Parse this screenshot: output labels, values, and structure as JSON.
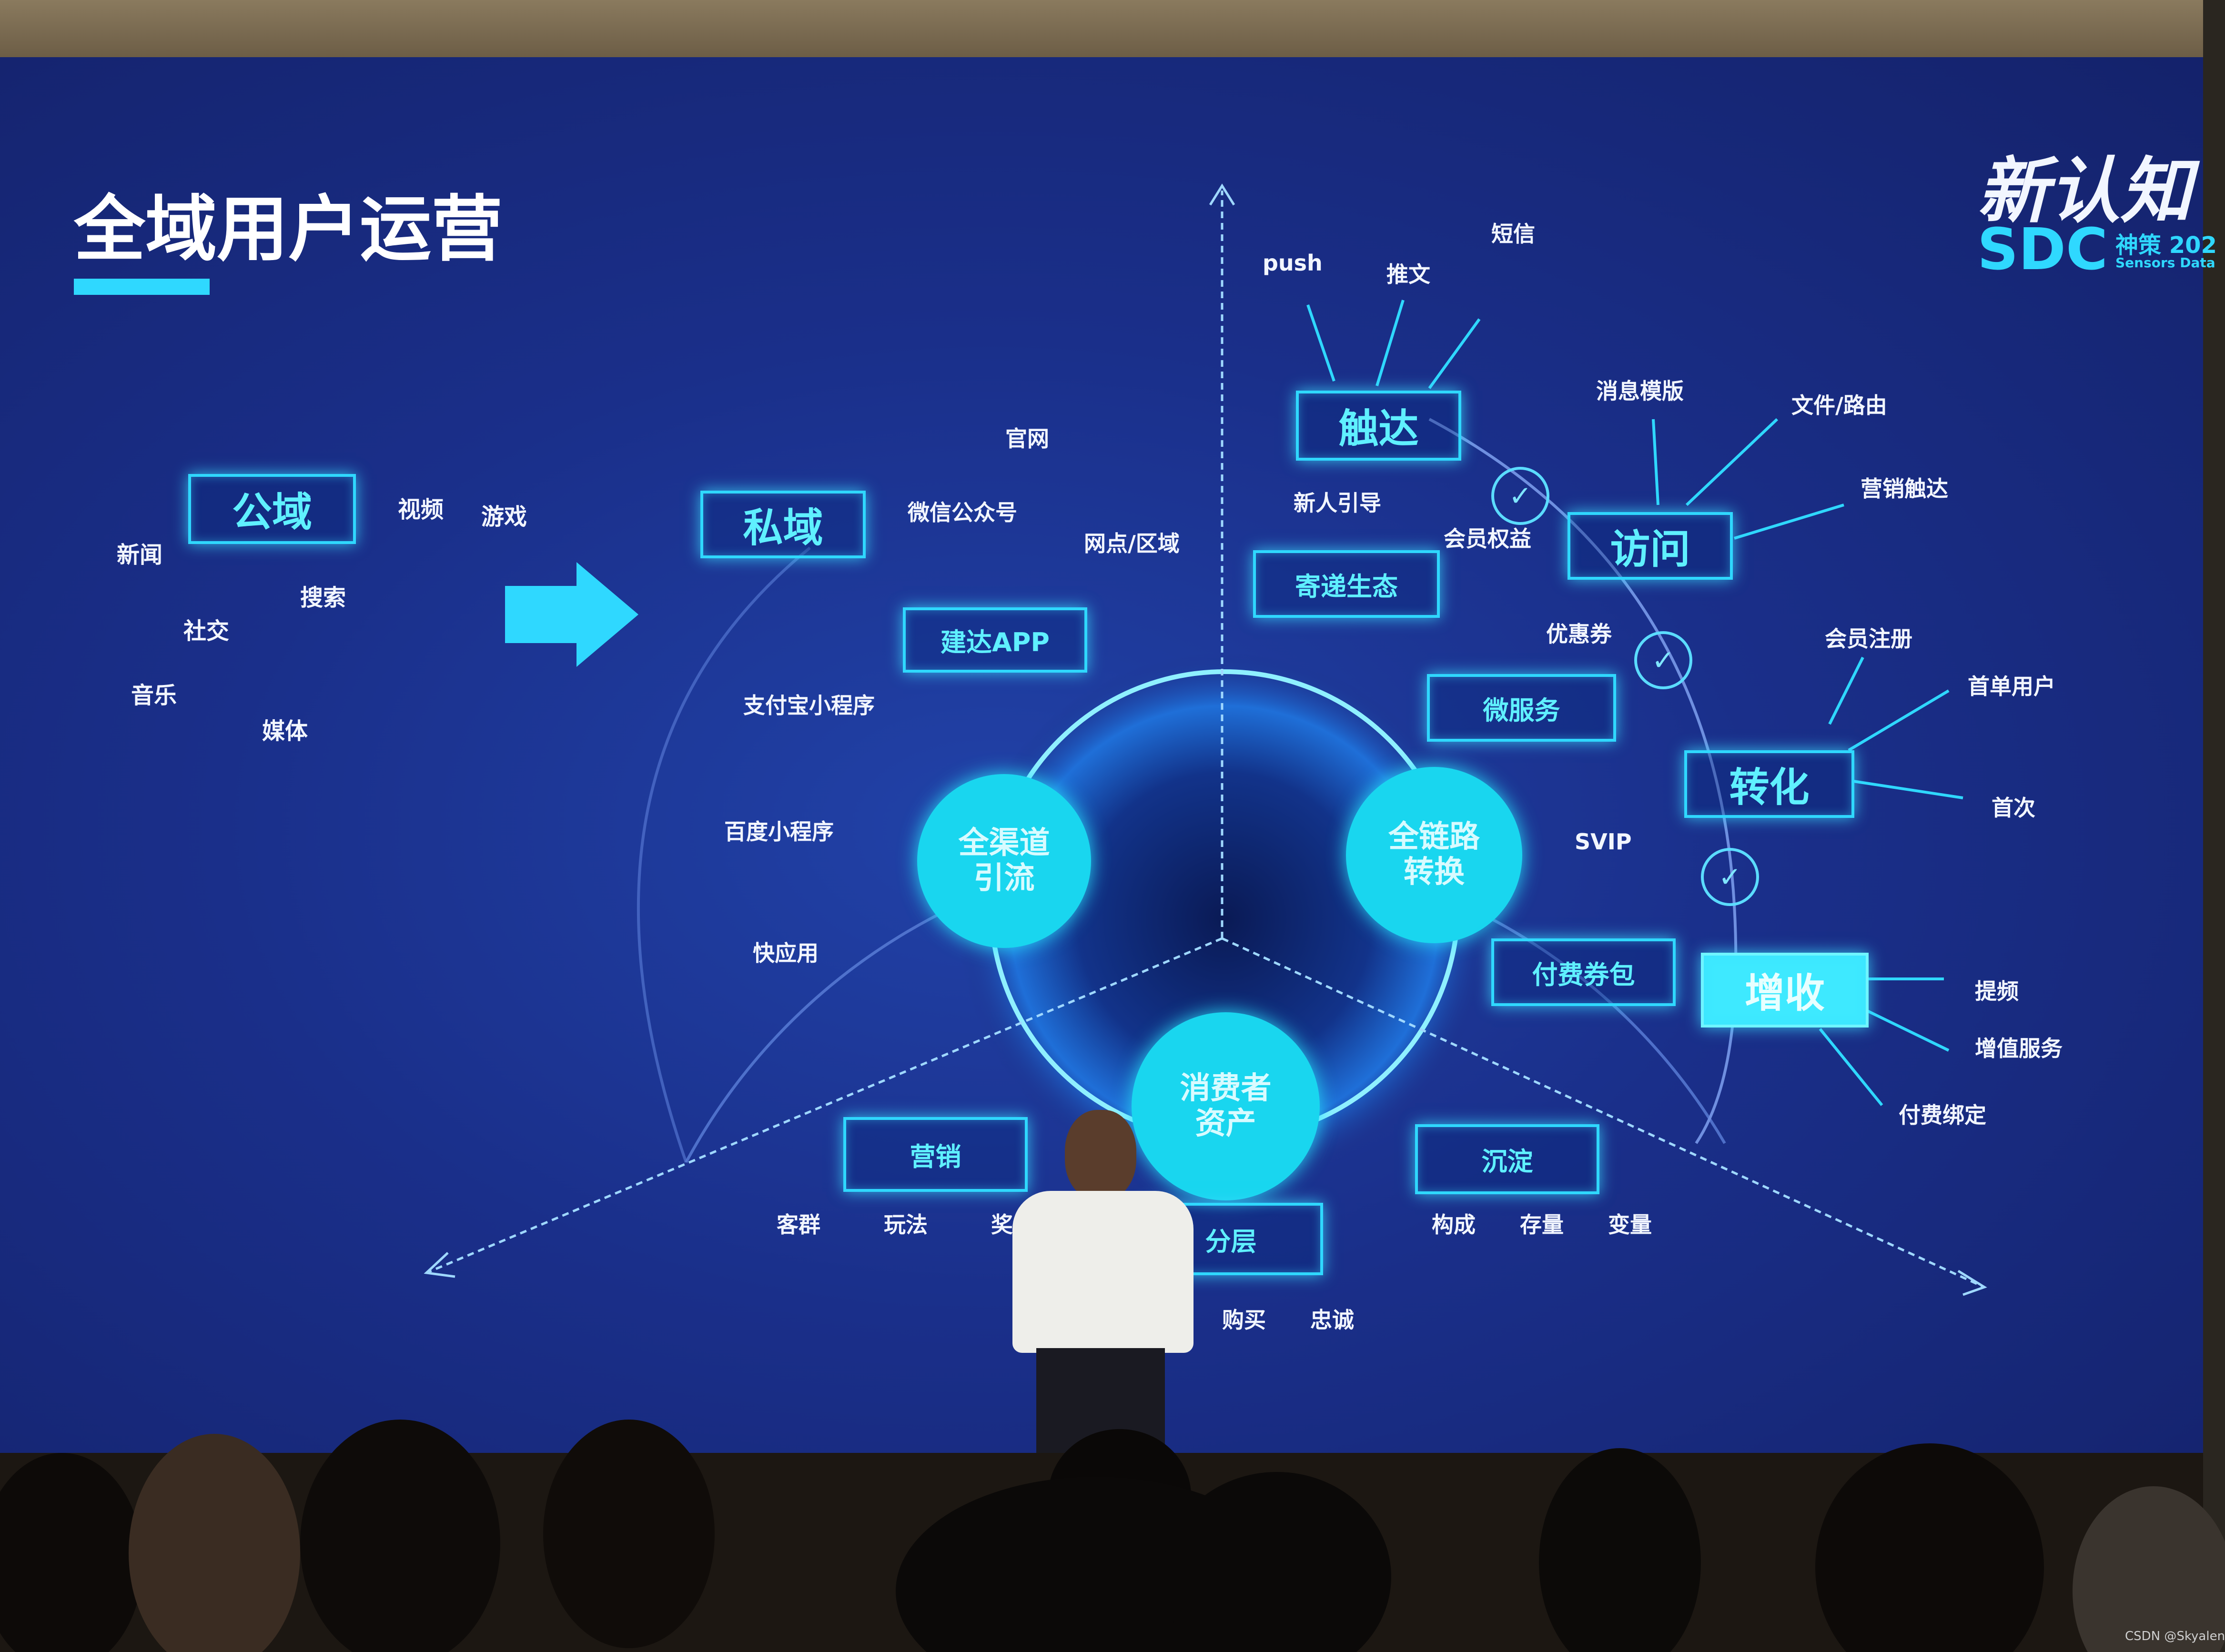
{
  "slide": {
    "title": "全域用户运营",
    "logo_text": "新认知",
    "brand": "SDC",
    "brand_sub": "神策 202",
    "brand_sub2": "Sensors Data",
    "colors": {
      "background": "#1b2f86",
      "accent": "#2fd8ff",
      "text": "#f2f6ff"
    }
  },
  "public_domain": {
    "label": "公域",
    "items": [
      "视频",
      "游戏",
      "新闻",
      "搜索",
      "社交",
      "音乐",
      "媒体"
    ]
  },
  "private_domain": {
    "label": "私域",
    "items": [
      "官网",
      "微信公众号",
      "网点/区域",
      "支付宝小程序",
      "百度小程序",
      "快应用"
    ],
    "app_box": "建达APP"
  },
  "center": {
    "circles": [
      {
        "line1": "全渠道",
        "line2": "引流"
      },
      {
        "line1": "全链路",
        "line2": "转换"
      },
      {
        "line1": "消费者",
        "line2": "资产"
      }
    ]
  },
  "reach": {
    "label": "触达",
    "items": [
      "push",
      "推文",
      "短信"
    ],
    "below": [
      "新人引导",
      "会员权益"
    ],
    "eco_box": "寄递生态"
  },
  "visit": {
    "label": "访问",
    "items": [
      "消息模版",
      "文件/路由",
      "营销触达"
    ]
  },
  "convert": {
    "label": "转化",
    "coupon": "优惠券",
    "items": [
      "会员注册",
      "首单用户",
      "首次"
    ],
    "micro_box": "微服务",
    "svip": "SVIP"
  },
  "revenue": {
    "label": "增收",
    "pay_box": "付费券包",
    "items": [
      "提频",
      "增值服务",
      "付费绑定"
    ]
  },
  "marketing": {
    "label": "营销",
    "items": [
      "客群",
      "玩法",
      "奖"
    ]
  },
  "layer": {
    "label": "分层",
    "items": [
      "购买",
      "忠诚"
    ]
  },
  "settle": {
    "label": "沉淀",
    "items": [
      "构成",
      "存量",
      "变量"
    ]
  },
  "watermark": "CSDN @Skyalen"
}
